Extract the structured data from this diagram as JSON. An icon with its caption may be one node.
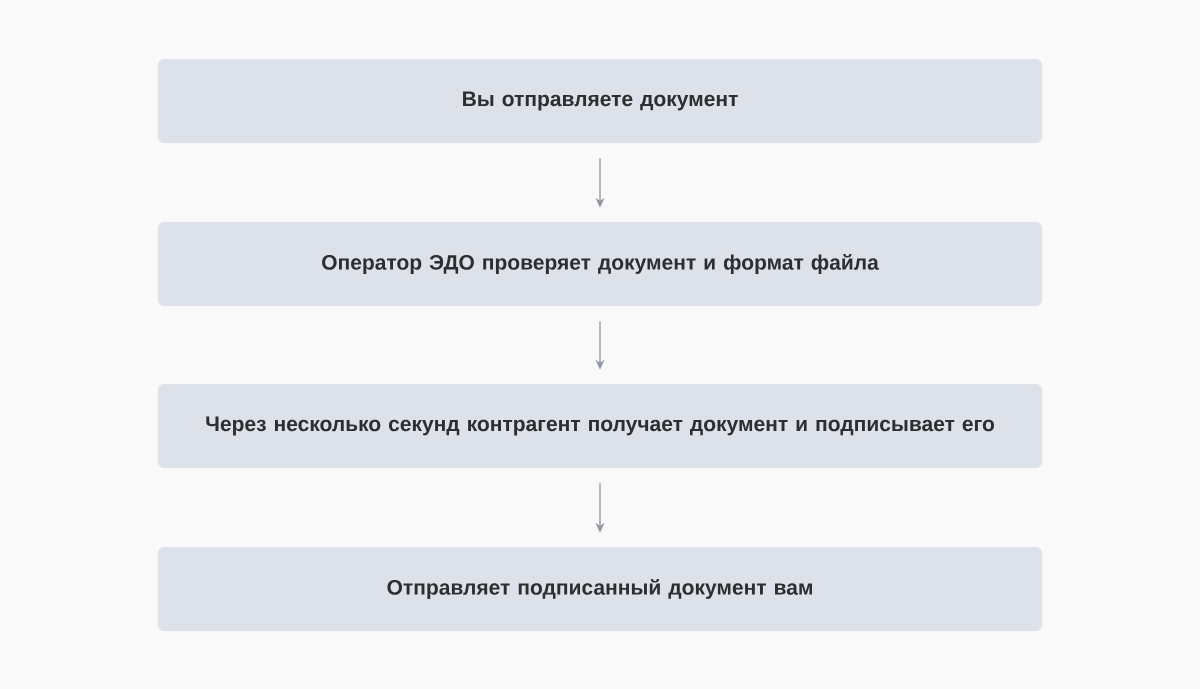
{
  "diagram": {
    "nodes": [
      {
        "text": [
          "Вы отправляете документ"
        ]
      },
      {
        "text": [
          "Оператор ЭДО проверяет документ и формат файла"
        ]
      },
      {
        "text": [
          "Через несколько секунд контрагент получает документ и подписывает его"
        ]
      },
      {
        "text": [
          "Отправляет подписанный документ вам"
        ]
      }
    ],
    "edges": [
      {
        "from": 0,
        "to": 1,
        "arrow": "to"
      },
      {
        "from": 1,
        "to": 2,
        "arrow": "to"
      },
      {
        "from": 2,
        "to": 3,
        "arrow": "to"
      }
    ]
  }
}
